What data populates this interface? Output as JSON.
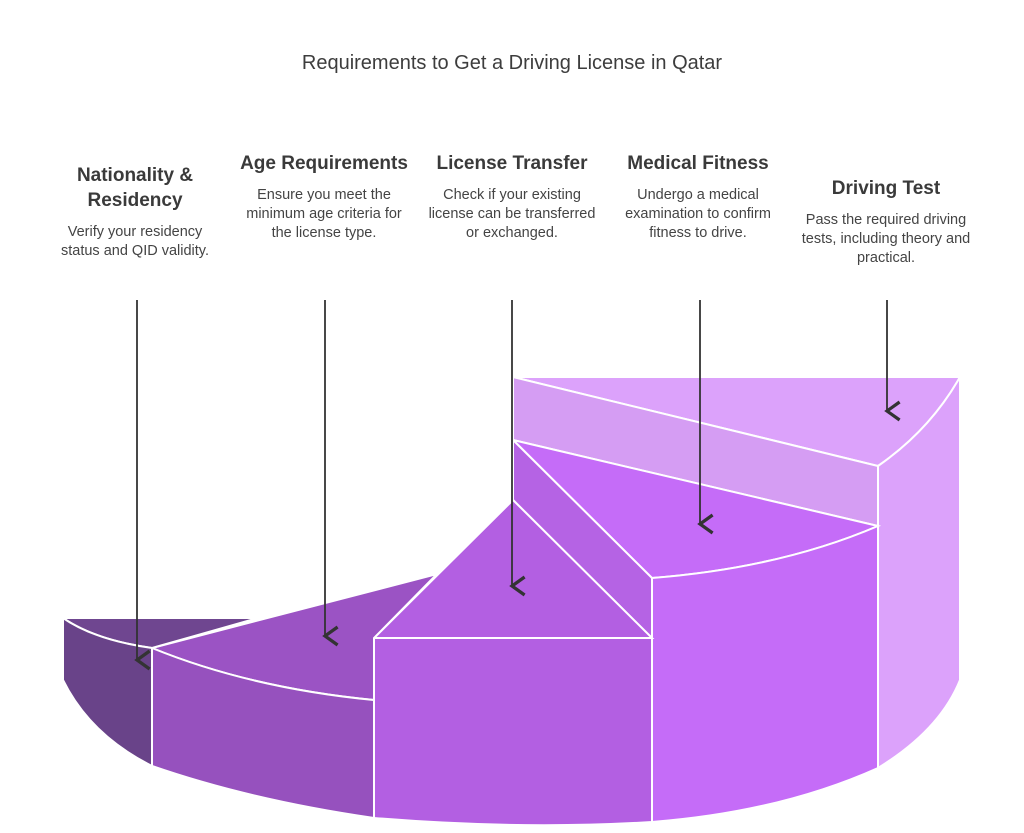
{
  "title": "Requirements to Get a Driving License in Qatar",
  "steps": [
    {
      "heading": "Nationality & Residency",
      "text": "Verify your residency status and QID validity.",
      "color": "#6f4690"
    },
    {
      "heading": "Age Requirements",
      "text": "Ensure you meet the minimum age criteria for the license type.",
      "color": "#9b53c4"
    },
    {
      "heading": "License Transfer",
      "text": "Check if your existing license can be transferred or exchanged.",
      "color": "#b35fe2"
    },
    {
      "heading": "Medical Fitness",
      "text": "Undergo a medical examination to confirm fitness to drive.",
      "color": "#c56cf8"
    },
    {
      "heading": "Driving Test",
      "text": "Pass the required driving tests, including theory and practical.",
      "color": "#dca2fb"
    }
  ]
}
